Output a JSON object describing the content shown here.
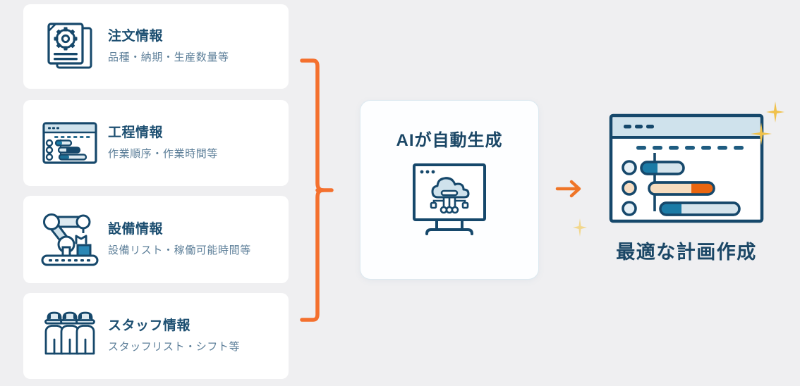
{
  "theme": {
    "background": "#efeff1",
    "card_background": "#ffffff",
    "title_color": "#1d4f71",
    "subtitle_color": "#5d7f99",
    "accent_orange": "#f4702e",
    "accent_navy": "#16486b",
    "accent_blue": "#1b7ba6",
    "accent_light_blue": "#cfe2ec",
    "sparkle_gold": "#f0c14b"
  },
  "inputs": {
    "cards": [
      {
        "icon": "documents-gear-icon",
        "title": "注文情報",
        "subtitle": "品種・納期・生産数量等"
      },
      {
        "icon": "gantt-window-icon",
        "title": "工程情報",
        "subtitle": "作業順序・作業時間等"
      },
      {
        "icon": "robot-arm-conveyor-icon",
        "title": "設備情報",
        "subtitle": "設備リスト・稼働可能時間等"
      },
      {
        "icon": "workers-group-icon",
        "title": "スタッフ情報",
        "subtitle": "スタッフリスト・シフト等"
      }
    ]
  },
  "connector": {
    "bracket": "orange-brace",
    "arrow": "right-arrow-icon"
  },
  "processor": {
    "title": "AIが自動生成",
    "icon": "monitor-cloud-ai-icon"
  },
  "output": {
    "icon": "gantt-schedule-icon",
    "title": "最適な計画作成",
    "sparkles": [
      "sparkle-icon",
      "sparkle-icon",
      "sparkle-icon"
    ]
  }
}
